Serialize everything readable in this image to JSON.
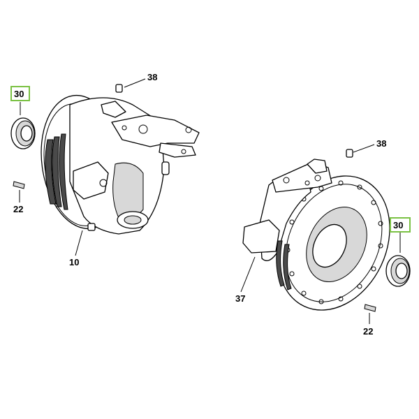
{
  "diagram": {
    "labels": {
      "seal_left": "30",
      "seal_right": "30",
      "screw_top_left": "38",
      "screw_top_right": "38",
      "plug_left": "22",
      "plug_right": "22",
      "housing_left": "10",
      "housing_right": "37"
    },
    "highlight_color": "#7ac143"
  }
}
